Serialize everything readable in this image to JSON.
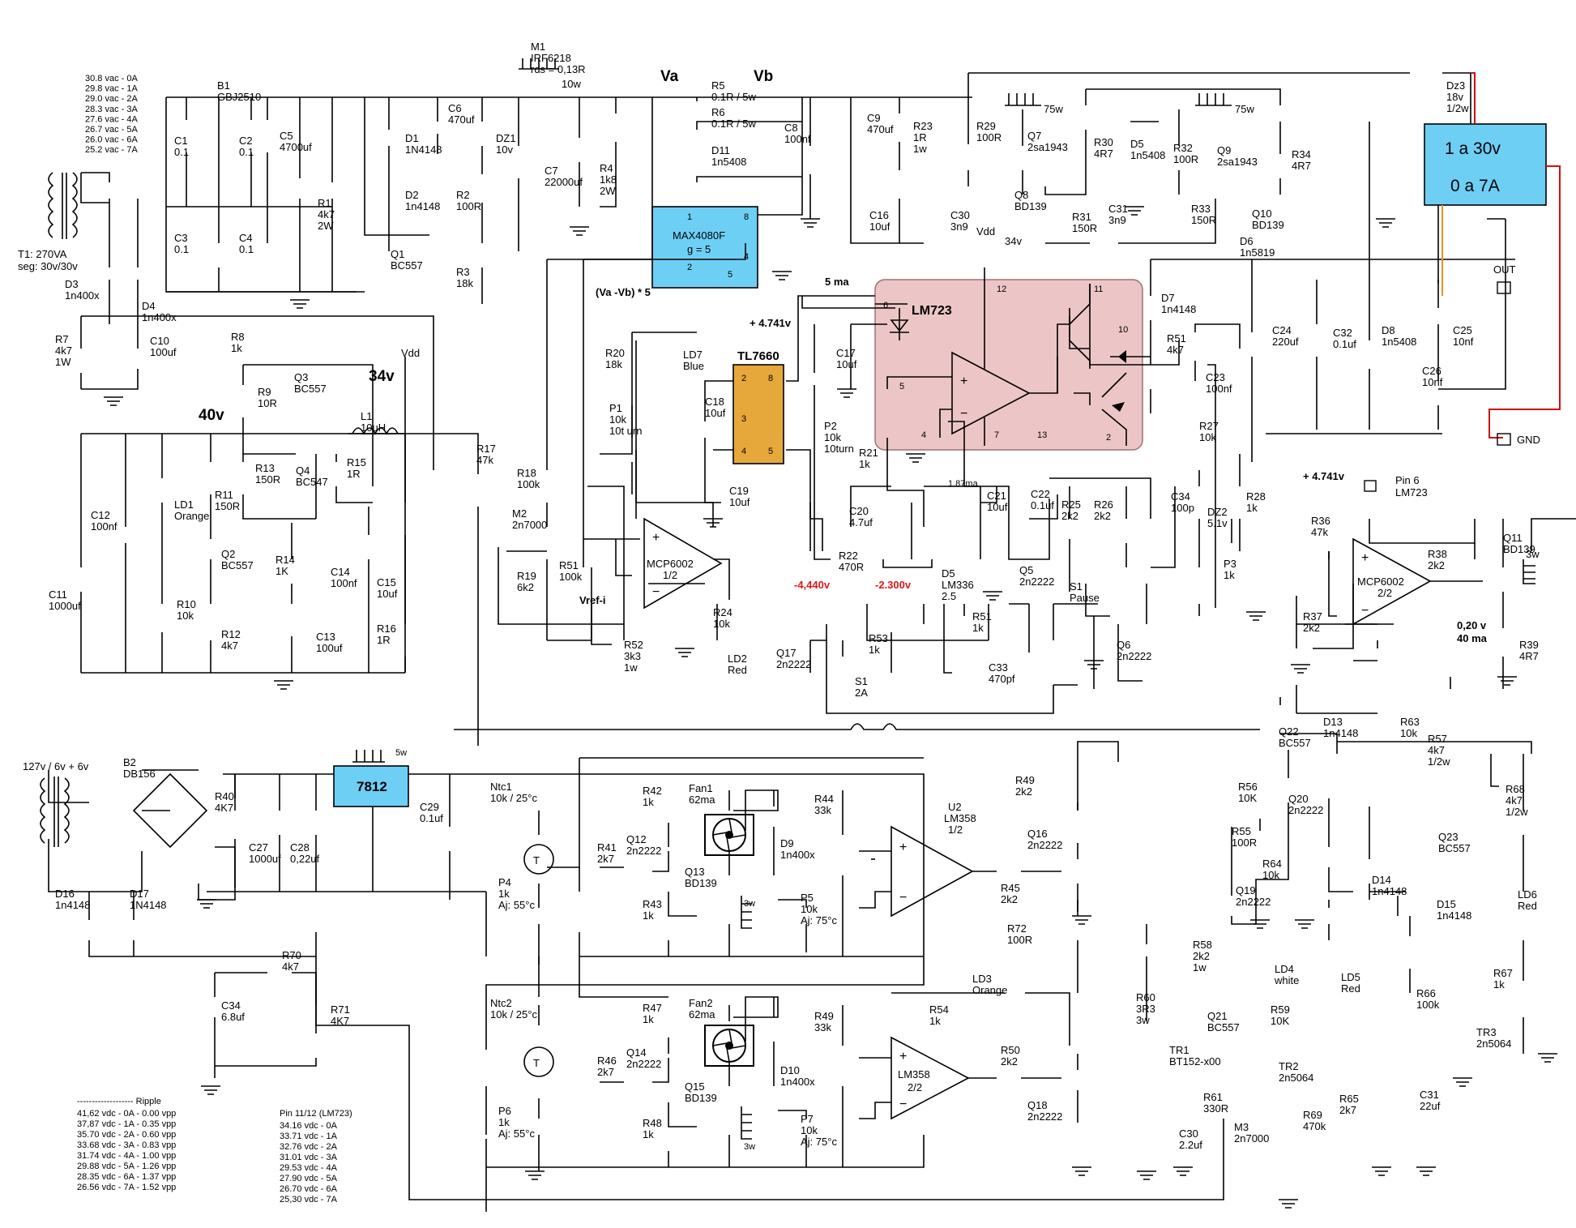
{
  "transformer_taps": [
    "30.8 vac - 0A",
    "29.8 vac - 1A",
    "29.0 vac - 2A",
    "28.3 vac - 3A",
    "27.6 vac - 4A",
    "26.7 vac - 5A",
    "26.0 vac - 6A",
    "25.2 vac - 7A"
  ],
  "transformer": {
    "name": "T1: 270VA",
    "sec": "seg: 30v/30v"
  },
  "nodes": {
    "va": "Va",
    "vb": "Vb",
    "v40": "40v",
    "v34": "34v",
    "v34b": "34v",
    "vdd": "Vdd",
    "vdd2": "Vdd",
    "vref4741": "+ 4.741v",
    "vref4741b": "+ 4.741v",
    "ma5": "5 ma",
    "ma187": "1.87ma",
    "vaminusvb": "(Va -Vb) * 5",
    "vrefi": "Vref-i",
    "neg4440": "-4,440v",
    "neg2300": "-2.300v",
    "out020": "0,20 v",
    "out40ma": "40 ma"
  },
  "output_box": {
    "line1": "1 a 30v",
    "line2": "0 a 7A"
  },
  "terminals": {
    "out": "OUT",
    "gnd": "GND",
    "pin6": "Pin 6",
    "pin6b": "LM723"
  },
  "ics": {
    "max4080": {
      "name": "MAX4080F",
      "gain": "g = 5",
      "p1": "1",
      "p2": "2",
      "p4": "4",
      "p5": "5",
      "p8": "8"
    },
    "tl7660": {
      "name": "TL7660",
      "p2": "2",
      "p3": "3",
      "p4": "4",
      "p5": "5",
      "p8": "8"
    },
    "lm723": {
      "name": "LM723",
      "p2": "2",
      "p4": "4",
      "p5": "5",
      "p6": "6",
      "p7": "7",
      "p10": "10",
      "p11": "11",
      "p12": "12",
      "p13": "13"
    },
    "reg7812": {
      "name": "7812",
      "heatsink": "5w"
    },
    "mcp1": {
      "name": "MCP6002",
      "half": "1/2"
    },
    "mcp2": {
      "name": "MCP6002",
      "half": "2/2"
    },
    "lm358a": {
      "name": "LM358",
      "part": "U2",
      "half": "1/2"
    },
    "lm358b": {
      "name": "LM358",
      "half": "2/2"
    }
  },
  "components": {
    "b1": [
      "B1",
      "GBJ2510"
    ],
    "c1": [
      "C1",
      "0.1"
    ],
    "c2": [
      "C2",
      "0.1"
    ],
    "c3": [
      "C3",
      "0.1"
    ],
    "c4": [
      "C4",
      "0.1"
    ],
    "c5": [
      "C5",
      "4700uf"
    ],
    "r1": [
      "R1",
      "4k7",
      "2W"
    ],
    "d1": [
      "D1",
      "1N4148"
    ],
    "d2": [
      "D2",
      "1n4148"
    ],
    "c6": [
      "C6",
      "470uf"
    ],
    "m1": [
      "M1",
      "IRF6218",
      "rds = 0,13R"
    ],
    "m1hs": [
      "10w"
    ],
    "dz1": [
      "DZ1",
      "10v"
    ],
    "r2": [
      "R2",
      "100R"
    ],
    "r3": [
      "R3",
      "18k"
    ],
    "q1": [
      "Q1",
      "BC557"
    ],
    "c7": [
      "C7",
      "22000uf"
    ],
    "r4": [
      "R4",
      "1k8",
      "2W"
    ],
    "r5": [
      "R5",
      "0.1R / 5w"
    ],
    "r6": [
      "R6",
      "0.1R / 5w"
    ],
    "d11": [
      "D11",
      "1n5408"
    ],
    "c8": [
      "C8",
      "100nf"
    ],
    "c9": [
      "C9",
      "470uf"
    ],
    "r23": [
      "R23",
      "1R",
      "1w"
    ],
    "c16": [
      "C16",
      "10uf"
    ],
    "c30a": [
      "C30",
      "3n9"
    ],
    "r29": [
      "R29",
      "100R"
    ],
    "q7": [
      "Q7",
      "2sa1943"
    ],
    "q7hs": [
      "75w"
    ],
    "r30": [
      "R30",
      "4R7"
    ],
    "d5b": [
      "D5",
      "1n5408"
    ],
    "r32": [
      "R32",
      "100R"
    ],
    "q9": [
      "Q9",
      "2sa1943"
    ],
    "q9hs": [
      "75w"
    ],
    "r34": [
      "R34",
      "4R7"
    ],
    "dz3": [
      "Dz3",
      "18v",
      "1/2w"
    ],
    "q8": [
      "Q8",
      "BD139"
    ],
    "c31a": [
      "C31",
      "3n9"
    ],
    "q10": [
      "Q10",
      "BD139"
    ],
    "r31": [
      "R31",
      "150R"
    ],
    "r33": [
      "R33",
      "150R"
    ],
    "d6": [
      "D6",
      "1n5819"
    ],
    "d7": [
      "D7",
      "1n4148"
    ],
    "r51a": [
      "R51",
      "4k7"
    ],
    "c24": [
      "C24",
      "220uf"
    ],
    "c32": [
      "C32",
      "0.1uf"
    ],
    "d8": [
      "D8",
      "1n5408"
    ],
    "c25": [
      "C25",
      "10nf"
    ],
    "c26": [
      "C26",
      "10nf"
    ],
    "d3": [
      "D3",
      "1n400x"
    ],
    "d4": [
      "D4",
      "1n400x"
    ],
    "r7": [
      "R7",
      "4k7",
      "1W"
    ],
    "c10": [
      "C10",
      "100uf"
    ],
    "r8": [
      "R8",
      "1k"
    ],
    "r9": [
      "R9",
      "10R"
    ],
    "q3": [
      "Q3",
      "BC557"
    ],
    "l1": [
      "L1",
      "10uH"
    ],
    "r13": [
      "R13",
      "150R"
    ],
    "r15": [
      "R15",
      "1R"
    ],
    "q4": [
      "Q4",
      "BC547"
    ],
    "r11": [
      "R11",
      "150R"
    ],
    "ld1": [
      "LD1",
      "Orange"
    ],
    "c12": [
      "C12",
      "100nf"
    ],
    "c11": [
      "C11",
      "1000uf"
    ],
    "q2": [
      "Q2",
      "BC557"
    ],
    "r10": [
      "R10",
      "10k"
    ],
    "r12": [
      "R12",
      "4k7"
    ],
    "r14": [
      "R14",
      "1K"
    ],
    "c13": [
      "C13",
      "100uf"
    ],
    "c14": [
      "C14",
      "100nf"
    ],
    "c15": [
      "C15",
      "10uf"
    ],
    "r16": [
      "R16",
      "1R"
    ],
    "r17": [
      "R17",
      "47k"
    ],
    "r18": [
      "R18",
      "100k"
    ],
    "m2": [
      "M2",
      "2n7000"
    ],
    "r19": [
      "R19",
      "6k2"
    ],
    "r51b": [
      "R51",
      "100k"
    ],
    "r20": [
      "R20",
      "18k"
    ],
    "ld7": [
      "LD7",
      "Blue"
    ],
    "p1": [
      "P1",
      "10k",
      "10t urn"
    ],
    "c18": [
      "C18",
      "10uf"
    ],
    "c19": [
      "C19",
      "10uf"
    ],
    "c17": [
      "C17",
      "10uf"
    ],
    "p2": [
      "P2",
      "10k",
      "10turn"
    ],
    "r21": [
      "R21",
      "1k"
    ],
    "c20": [
      "C20",
      "4.7uf"
    ],
    "r22": [
      "R22",
      "470R"
    ],
    "d5c": [
      "D5",
      "LM336",
      "2.5"
    ],
    "c21": [
      "C21",
      "10uf"
    ],
    "c22": [
      "C22",
      "0.1uf"
    ],
    "r25": [
      "R25",
      "2k2"
    ],
    "r26": [
      "R26",
      "2k2"
    ],
    "c34a": [
      "C34",
      "100p"
    ],
    "dz2": [
      "DZ2",
      "5.1v"
    ],
    "r28": [
      "R28",
      "1k"
    ],
    "p3": [
      "P3",
      "1k"
    ],
    "r27": [
      "R27",
      "10k"
    ],
    "c23": [
      "C23",
      "100nf"
    ],
    "q5": [
      "Q5",
      "2n2222"
    ],
    "s1a": [
      "S1",
      "Pause"
    ],
    "q6": [
      "Q6",
      "2n2222"
    ],
    "r24": [
      "R24",
      "10k"
    ],
    "r51c": [
      "R51",
      "1k"
    ],
    "c33": [
      "C33",
      "470pf"
    ],
    "r53": [
      "R53",
      "1k"
    ],
    "q17": [
      "Q17",
      "2n2222"
    ],
    "r52": [
      "R52",
      "3k3",
      "1w"
    ],
    "ld2": [
      "LD2",
      "Red"
    ],
    "s1b": [
      "S1",
      "2A"
    ],
    "r36": [
      "R36",
      "47k"
    ],
    "r37": [
      "R37",
      "2k2"
    ],
    "r38": [
      "R38",
      "2k2"
    ],
    "q11": [
      "Q11",
      "BD139"
    ],
    "q11hs": [
      "3w"
    ],
    "r39": [
      "R39",
      "4R7"
    ],
    "b2": [
      "B2",
      "DB156"
    ],
    "t2": [
      "127v / 6v + 6v"
    ],
    "r40": [
      "R40",
      "4K7"
    ],
    "c27": [
      "C27",
      "1000uf"
    ],
    "c28": [
      "C28",
      "0,22uf"
    ],
    "c29": [
      "C29",
      "0.1uf"
    ],
    "d16": [
      "D16",
      "1n4148"
    ],
    "d17": [
      "D17",
      "1N4148"
    ],
    "r70": [
      "R70",
      "4k7"
    ],
    "c34b": [
      "C34",
      "6.8uf"
    ],
    "r71": [
      "R71",
      "4K7"
    ],
    "ntc1": [
      "Ntc1",
      "10k / 25°c"
    ],
    "p4": [
      "P4",
      "1k",
      "Aj: 55°c"
    ],
    "r41": [
      "R41",
      "2k7"
    ],
    "r42": [
      "R42",
      "1k"
    ],
    "q12": [
      "Q12",
      "2n2222"
    ],
    "fan1": [
      "Fan1",
      "62ma"
    ],
    "d9": [
      "D9",
      "1n400x"
    ],
    "q13": [
      "Q13",
      "BD139"
    ],
    "r43": [
      "R43",
      "1k"
    ],
    "r44": [
      "R44",
      "33k"
    ],
    "p5": [
      "P5",
      "10k",
      "Aj: 75°c"
    ],
    "r49a": [
      "R49",
      "2k2"
    ],
    "q16": [
      "Q16",
      "2n2222"
    ],
    "r45": [
      "R45",
      "2k2"
    ],
    "r72": [
      "R72",
      "100R"
    ],
    "ntc2": [
      "Ntc2",
      "10k / 25°c"
    ],
    "p6": [
      "P6",
      "1k",
      "Aj: 55°c"
    ],
    "r46": [
      "R46",
      "2k7"
    ],
    "r47": [
      "R47",
      "1k"
    ],
    "q14": [
      "Q14",
      "2n2222"
    ],
    "fan2": [
      "Fan2",
      "62ma"
    ],
    "d10": [
      "D10",
      "1n400x"
    ],
    "q15": [
      "Q15",
      "BD139"
    ],
    "r48": [
      "R48",
      "1k"
    ],
    "r49b": [
      "R49",
      "33k"
    ],
    "p7": [
      "P7",
      "10k",
      "Aj: 75°c"
    ],
    "ld3": [
      "LD3",
      "Orange"
    ],
    "r54": [
      "R54",
      "1k"
    ],
    "r50": [
      "R50",
      "2k2"
    ],
    "q18": [
      "Q18",
      "2n2222"
    ],
    "q22": [
      "Q22",
      "BC557"
    ],
    "d13": [
      "D13",
      "1n4148"
    ],
    "r63": [
      "R63",
      "10k"
    ],
    "r57": [
      "R57",
      "4k7",
      "1/2w"
    ],
    "r68": [
      "R68",
      "4k7",
      "1/2w"
    ],
    "r56": [
      "R56",
      "10K"
    ],
    "q20": [
      "Q20",
      "2n2222"
    ],
    "r55": [
      "R55",
      "100R"
    ],
    "r64": [
      "R64",
      "10k"
    ],
    "q19": [
      "Q19",
      "2n2222"
    ],
    "q23": [
      "Q23",
      "BC557"
    ],
    "d14": [
      "D14",
      "1n4148"
    ],
    "d15": [
      "D15",
      "1n4148"
    ],
    "ld6": [
      "LD6",
      "Red"
    ],
    "r58": [
      "R58",
      "2k2",
      "1w"
    ],
    "ld4": [
      "LD4",
      "white"
    ],
    "ld5": [
      "LD5",
      "Red"
    ],
    "r59": [
      "R59",
      "10K"
    ],
    "q21": [
      "Q21",
      "BC557"
    ],
    "r66": [
      "R66",
      "100k"
    ],
    "r67": [
      "R67",
      "1k"
    ],
    "tr3": [
      "TR3",
      "2n5064"
    ],
    "r60": [
      "R60",
      "3R3",
      "3w"
    ],
    "tr1": [
      "TR1",
      "BT152-x00"
    ],
    "tr2": [
      "TR2",
      "2n5064"
    ],
    "r65": [
      "R65",
      "2k7"
    ],
    "c31b": [
      "C31",
      "22uf"
    ],
    "r61": [
      "R61",
      "330R"
    ],
    "c30b": [
      "C30",
      "2.2uf"
    ],
    "r69": [
      "R69",
      "470k"
    ],
    "m3": [
      "M3",
      "2n7000"
    ]
  },
  "hs3w_a": "3w",
  "hs3w_b": "3w",
  "ripple_title": "-------------------  Ripple",
  "ripple": [
    "41,62 vdc - 0A - 0.00 vpp",
    "37,87 vdc - 1A - 0.35 vpp",
    "35.70 vdc - 2A - 0.60 vpp",
    "33.68 vdc - 3A - 0.83 vpp",
    "31.74 vdc - 4A - 1.00 vpp",
    "29.88 vdc - 5A - 1.26 vpp",
    "28.35 vdc - 6A - 1.37 vpp",
    "26.56 vdc - 7A - 1.52 vpp"
  ],
  "pin1112_title": "Pin 11/12 (LM723)",
  "pin1112": [
    "34.16 vdc - 0A",
    "33.71 vdc - 1A",
    "32.76 vdc - 2A",
    "31.01 vdc - 3A",
    "29.53 vdc - 4A",
    "27.90 vdc - 5A",
    "26.70 vdc - 6A",
    "25,30 vdc - 7A"
  ],
  "colors": {
    "ic_blue": "#6ecff5",
    "ic_orange": "#e6a83a",
    "lm723_bg": "#ecc6c6",
    "wire": "#000000",
    "red_wire": "#d01010"
  }
}
